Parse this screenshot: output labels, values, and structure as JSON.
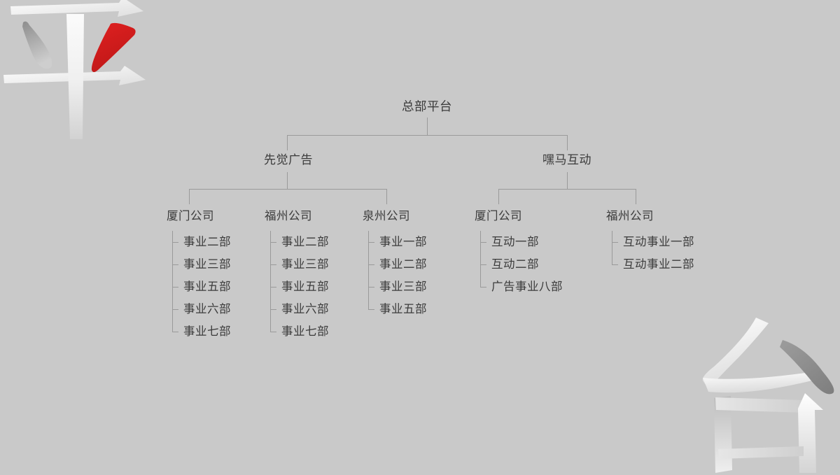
{
  "meta": {
    "background_color": "#c9c9c9",
    "line_color": "#9a9a9a",
    "text_color": "#3b3b3b",
    "accent_red": "#dd2222",
    "watermark_white": "#fdfdfd",
    "watermark_grey": "#8f8f8f"
  },
  "decoration": {
    "top_left_character": "平",
    "bottom_right_character": "台"
  },
  "chart_data": {
    "type": "diagram",
    "subtype": "organization-tree",
    "title": "总部平台",
    "orientation": "top-down",
    "root": {
      "label": "总部平台",
      "children": [
        {
          "label": "先觉广告",
          "children": [
            {
              "label": "厦门公司",
              "children": [
                {
                  "label": "事业二部"
                },
                {
                  "label": "事业三部"
                },
                {
                  "label": "事业五部"
                },
                {
                  "label": "事业六部"
                },
                {
                  "label": "事业七部"
                }
              ]
            },
            {
              "label": "福州公司",
              "children": [
                {
                  "label": "事业二部"
                },
                {
                  "label": "事业三部"
                },
                {
                  "label": "事业五部"
                },
                {
                  "label": "事业六部"
                },
                {
                  "label": "事业七部"
                }
              ]
            },
            {
              "label": "泉州公司",
              "children": [
                {
                  "label": "事业一部"
                },
                {
                  "label": "事业二部"
                },
                {
                  "label": "事业三部"
                },
                {
                  "label": "事业五部"
                }
              ]
            }
          ]
        },
        {
          "label": "嘿马互动",
          "children": [
            {
              "label": "厦门公司",
              "children": [
                {
                  "label": "互动一部"
                },
                {
                  "label": "互动二部"
                },
                {
                  "label": "广告事业八部"
                }
              ]
            },
            {
              "label": "福州公司",
              "children": [
                {
                  "label": "互动事业一部"
                },
                {
                  "label": "互动事业二部"
                }
              ]
            }
          ]
        }
      ]
    }
  },
  "nodes": {
    "root": {
      "label": "总部平台"
    },
    "div_left": {
      "label": "先觉广告"
    },
    "div_right": {
      "label": "嘿马互动"
    },
    "co_1": {
      "label": "厦门公司"
    },
    "co_2": {
      "label": "福州公司"
    },
    "co_3": {
      "label": "泉州公司"
    },
    "co_4": {
      "label": "厦门公司"
    },
    "co_5": {
      "label": "福州公司"
    }
  },
  "leaves": {
    "co_1": [
      "事业二部",
      "事业三部",
      "事业五部",
      "事业六部",
      "事业七部"
    ],
    "co_2": [
      "事业二部",
      "事业三部",
      "事业五部",
      "事业六部",
      "事业七部"
    ],
    "co_3": [
      "事业一部",
      "事业二部",
      "事业三部",
      "事业五部"
    ],
    "co_4": [
      "互动一部",
      "互动二部",
      "广告事业八部"
    ],
    "co_5": [
      "互动事业一部",
      "互动事业二部"
    ]
  }
}
